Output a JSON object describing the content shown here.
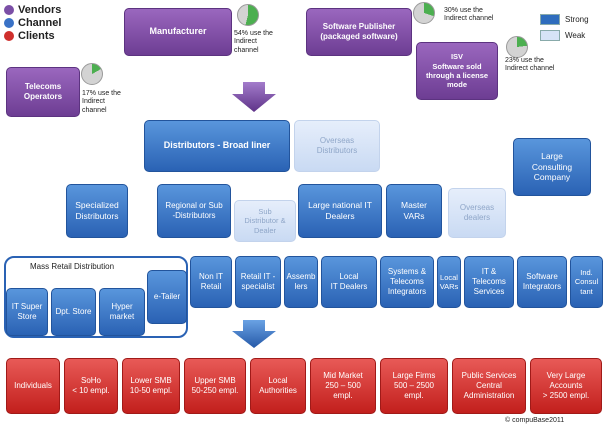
{
  "legend": {
    "items": [
      {
        "label": "Vendors",
        "color": "#7b4fa6"
      },
      {
        "label": "Channel",
        "color": "#3a72c6"
      },
      {
        "label": "Clients",
        "color": "#cf2f2c"
      }
    ]
  },
  "strength_legend": {
    "strong": "Strong",
    "weak": "Weak",
    "strong_color": "#2f6dbd",
    "weak_color": "#d6e3f6"
  },
  "vendors": {
    "manufacturer": {
      "label": "Manufacturer",
      "note": "54% use the\nIndirect\nchannel",
      "share": 54
    },
    "software_publisher": {
      "label": "Software Publisher\n(packaged software)",
      "note": "30% use the\nIndirect channel",
      "share": 30
    },
    "isv": {
      "label": "ISV\nSoftware sold\nthrough a license\nmode",
      "note": "23% use the\nIndirect channel",
      "share": 23
    },
    "telecoms": {
      "label": "Telecoms\nOperators",
      "note": "17% use the\nIndirect\nchannel",
      "share": 17
    }
  },
  "channel": {
    "broadliner": "Distributors - Broad liner",
    "overseas_distributors": "Overseas\nDistributors",
    "large_consulting": "Large\nConsulting\nCompany",
    "specialized": "Specialized\nDistributors",
    "regional": "Regional or Sub\n-Distributors",
    "sub_distributor": "Sub\nDistributor &\nDealer",
    "large_national": "Large national IT\nDealers",
    "master_vars": "Master\nVARs",
    "overseas_dealers": "Overseas\ndealers",
    "mass_retail_title": "Mass Retail Distribution",
    "it_super_store": "IT Super\nStore",
    "dpt_store": "Dpt. Store",
    "hyper_market": "Hyper\nmarket",
    "etailer": "e-Tailer",
    "non_it_retail": "Non IT\nRetail",
    "retail_it": "Retail IT -\nspecialist",
    "assemblers": "Assemb\nlers",
    "local_it_dealers": "Local\nIT Dealers",
    "systems_telecoms": "Systems &\nTelecoms\nIntegrators",
    "local_vars": "Local\nVARs",
    "it_telecoms_services": "IT &\nTelecoms\nServices",
    "software_integrators": "Software\nIntegrators",
    "ind_consultant": "Ind.\nConsul\ntant"
  },
  "clients": [
    "Individuals",
    "SoHo\n< 10 empl.",
    "Lower SMB\n10-50 empl.",
    "Upper SMB\n50-250 empl.",
    "Local\nAuthorities",
    "Mid Market\n250 – 500\nempl.",
    "Large Firms\n500 – 2500\nempl.",
    "Public Services\nCentral\nAdministration",
    "Very Large\nAccounts\n> 2500 empl."
  ],
  "copyright": "© compuBase2011"
}
